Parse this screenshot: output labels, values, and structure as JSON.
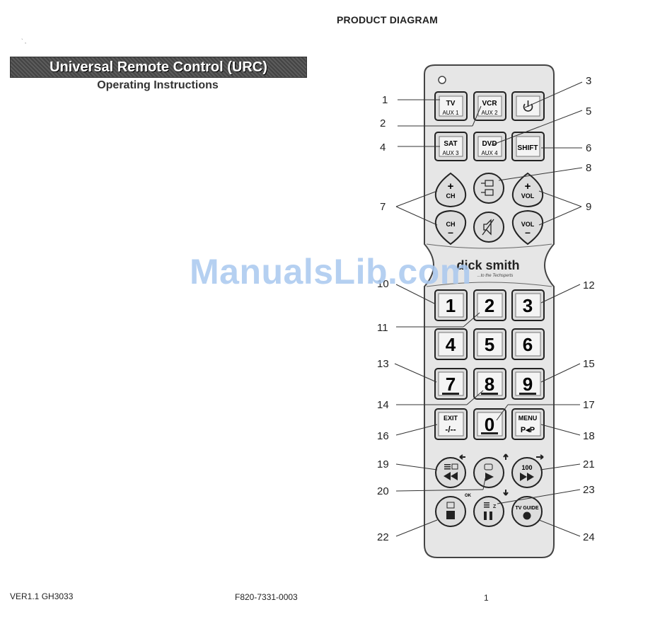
{
  "header": {
    "diagram_title": "PRODUCT DIAGRAM",
    "banner_title": "Universal Remote Control (URC)",
    "subtitle": "Operating Instructions"
  },
  "watermark": "ManualsLib.com",
  "footer": {
    "version": "VER1.1 GH3033",
    "code": "F820-7331-0003",
    "page": "1"
  },
  "remote": {
    "brand": "dick smith",
    "tagline": "...to the Techsperts",
    "buttons": {
      "tv": {
        "top": "TV",
        "bottom": "AUX 1"
      },
      "vcr": {
        "top": "VCR",
        "bottom": "AUX 2"
      },
      "sat": {
        "top": "SAT",
        "bottom": "AUX 3"
      },
      "dvd": {
        "top": "DVD",
        "bottom": "AUX 4"
      },
      "shift": "SHIFT",
      "ch": "CH",
      "vol": "VOL",
      "digits": [
        "1",
        "2",
        "3",
        "4",
        "5",
        "6",
        "7",
        "8",
        "9",
        "0"
      ],
      "exit": {
        "top": "EXIT",
        "bottom": "-/--"
      },
      "menu": {
        "top": "MENU",
        "bottom": "P◂P"
      },
      "hundred": "100",
      "ok": "OK",
      "tv_guide": "TV GUIDE"
    }
  },
  "callouts": [
    "1",
    "2",
    "3",
    "4",
    "5",
    "6",
    "7",
    "8",
    "9",
    "10",
    "11",
    "12",
    "13",
    "14",
    "15",
    "16",
    "17",
    "18",
    "19",
    "20",
    "21",
    "22",
    "23",
    "24"
  ]
}
